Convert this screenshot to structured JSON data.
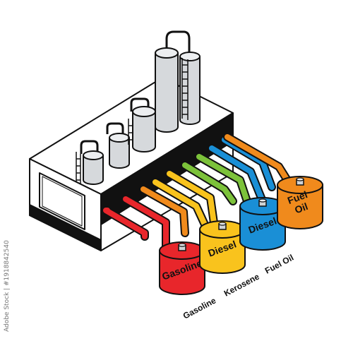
{
  "diagram": {
    "tanks": [
      {
        "label_lines": [
          "Gasoline"
        ],
        "color": "#e8262b"
      },
      {
        "label_lines": [
          "Diesel"
        ],
        "color": "#f9c31d"
      },
      {
        "label_lines": [
          "Diesel"
        ],
        "color": "#1a8fd6"
      },
      {
        "label_lines": [
          "Fuel",
          "Oil"
        ],
        "color": "#f08a1c"
      }
    ],
    "bottom_labels": [
      "Gasoline",
      "Kerosene",
      "Fuel Oil"
    ],
    "pipe_colors": [
      "#e8262b",
      "#e8262b",
      "#f08a1c",
      "#f9c31d",
      "#f9c31d",
      "#7cc23a",
      "#7cc23a",
      "#1a8fd6",
      "#1a8fd6",
      "#f08a1c"
    ]
  },
  "watermark": {
    "side_text": "Adobe Stock | #1918842540"
  }
}
